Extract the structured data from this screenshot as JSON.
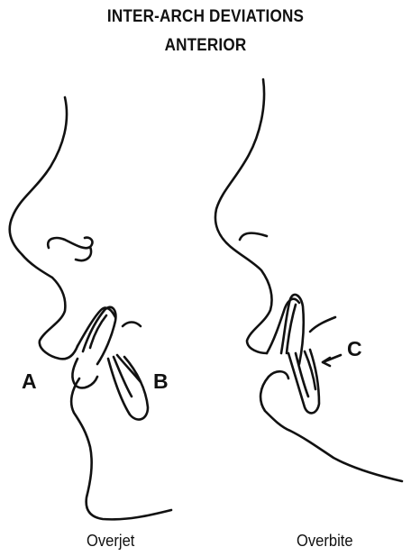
{
  "diagram": {
    "title_line1": "INTER-ARCH DEVIATIONS",
    "title_line2": "ANTERIOR",
    "panels": [
      {
        "caption": "Overjet",
        "markers": [
          "A",
          "B"
        ]
      },
      {
        "caption": "Overbite",
        "markers": [
          "C"
        ]
      }
    ],
    "line_color": "#111111"
  }
}
